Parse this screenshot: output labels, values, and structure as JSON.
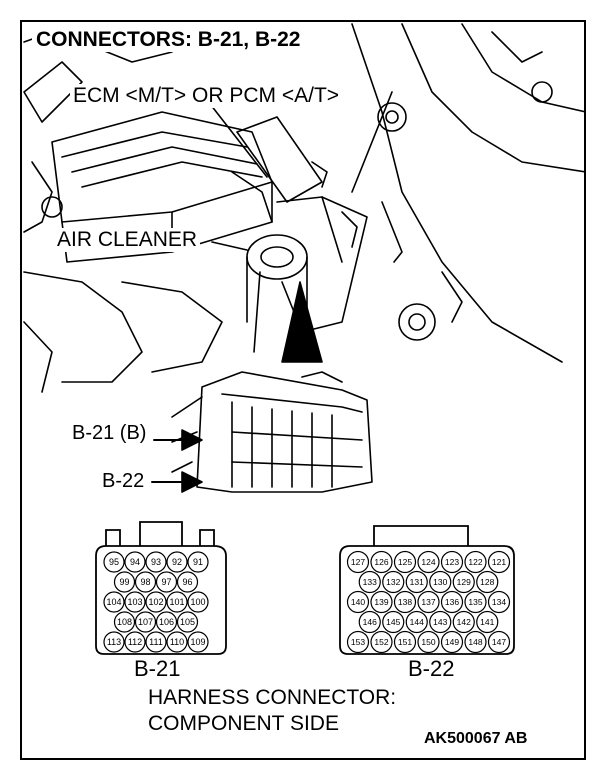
{
  "title": "CONNECTORS: B-21, B-22",
  "labels": {
    "ecm": "ECM <M/T> OR PCM <A/T>",
    "air_cleaner": "AIR CLEANER",
    "b21_pointer": "B-21 (B)",
    "b22_pointer": "B-22"
  },
  "connectors": {
    "b21": {
      "caption": "B-21",
      "rows": [
        [
          "95",
          "94",
          "93",
          "92",
          "91"
        ],
        [
          "99",
          "98",
          "97",
          "96"
        ],
        [
          "104",
          "103",
          "102",
          "101",
          "100"
        ],
        [
          "108",
          "107",
          "106",
          "105"
        ],
        [
          "113",
          "112",
          "111",
          "110",
          "109"
        ]
      ]
    },
    "b22": {
      "caption": "B-22",
      "rows": [
        [
          "127",
          "126",
          "125",
          "124",
          "123",
          "122",
          "121"
        ],
        [
          "133",
          "132",
          "131",
          "130",
          "129",
          "128"
        ],
        [
          "140",
          "139",
          "138",
          "137",
          "136",
          "135",
          "134"
        ],
        [
          "146",
          "145",
          "144",
          "143",
          "142",
          "141"
        ],
        [
          "153",
          "152",
          "151",
          "150",
          "149",
          "148",
          "147"
        ]
      ]
    }
  },
  "footer": {
    "line1": "HARNESS CONNECTOR:",
    "line2": "COMPONENT SIDE"
  },
  "figure_code": "AK500067 AB"
}
